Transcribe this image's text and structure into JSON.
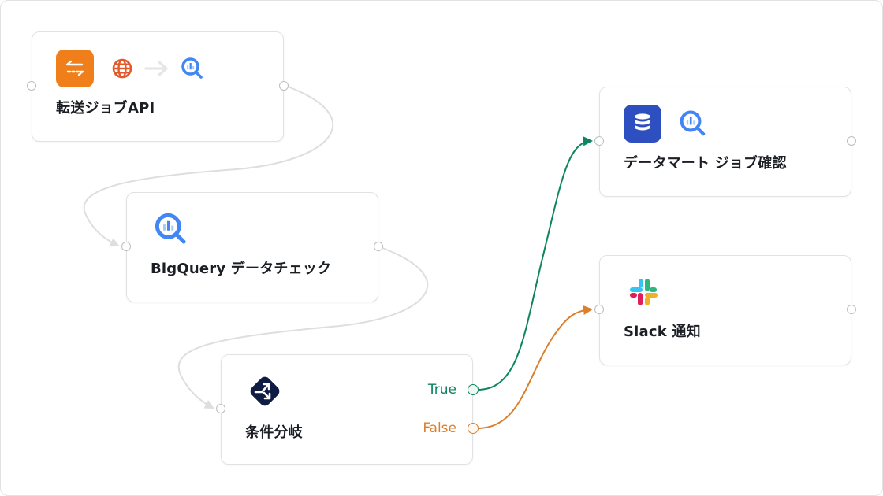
{
  "colors": {
    "edge_default": "#dedede",
    "true_branch": "#0e8461",
    "false_branch": "#d97f2e",
    "transfer_badge": "#f07f1b",
    "database_badge": "#2e4fc0",
    "condition_badge": "#0f1d45",
    "bigquery_blue": "#4285f4"
  },
  "nodes": [
    {
      "id": "transfer-job-api",
      "label": "転送ジョブAPI",
      "icons": [
        "transfer-icon",
        "globe-icon",
        "arrow-right-icon",
        "bigquery-icon"
      ]
    },
    {
      "id": "bigquery-data-check",
      "label": "BigQuery データチェック",
      "icons": [
        "bigquery-icon"
      ]
    },
    {
      "id": "condition-branch",
      "label": "条件分岐",
      "icons": [
        "branch-icon"
      ],
      "outputs": [
        {
          "label": "True"
        },
        {
          "label": "False"
        }
      ]
    },
    {
      "id": "datamart-job-check",
      "label": "データマート ジョブ確認",
      "icons": [
        "database-icon",
        "bigquery-icon"
      ]
    },
    {
      "id": "slack-notify",
      "label": "Slack 通知",
      "icons": [
        "slack-icon"
      ]
    }
  ],
  "edges": [
    {
      "from": "transfer-job-api",
      "to": "bigquery-data-check",
      "type": "default"
    },
    {
      "from": "bigquery-data-check",
      "to": "condition-branch",
      "type": "default"
    },
    {
      "from": "condition-branch",
      "port": "True",
      "to": "datamart-job-check",
      "type": "true"
    },
    {
      "from": "condition-branch",
      "port": "False",
      "to": "slack-notify",
      "type": "false"
    }
  ]
}
